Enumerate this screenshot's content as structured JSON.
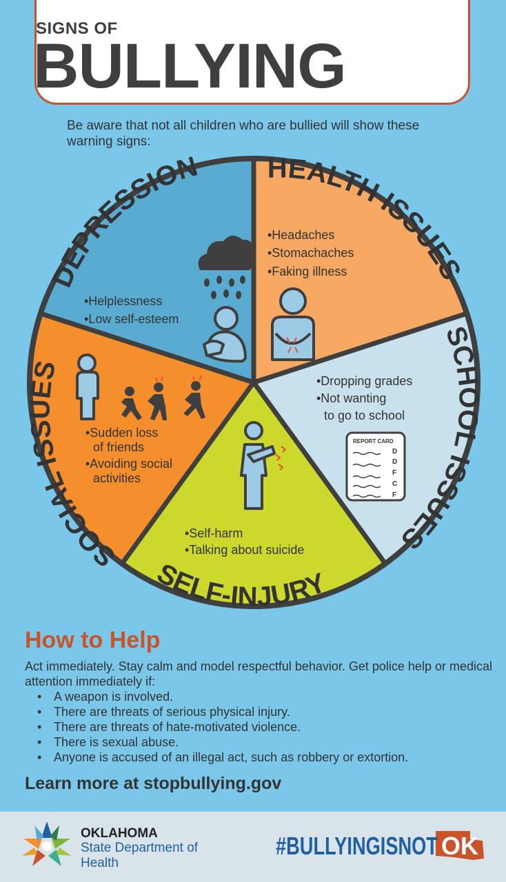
{
  "header": {
    "title_small": "SIGNS OF",
    "title_big": "BULLYING"
  },
  "intro": "Be aware that not all children who are bullied will show these warning signs:",
  "segments": {
    "depression": {
      "title": "DEPRESSION",
      "items": [
        "•Helplessness",
        "•Low self-esteem"
      ],
      "color": "#5aabd1"
    },
    "health": {
      "title": "HEALTH ISSUES",
      "items": [
        "•Headaches",
        "•Stomachaches",
        "•Faking illness"
      ],
      "color": "#f7a863"
    },
    "school": {
      "title": "SCHOOL ISSUES",
      "items": [
        "•Dropping grades",
        "•Not wanting",
        "to go to school"
      ],
      "color": "#c8e1ec"
    },
    "selfinjury": {
      "title": "SELF-INJURY",
      "items": [
        "•Self-harm",
        "•Talking about suicide"
      ],
      "color": "#ccd82c"
    },
    "social": {
      "title": "SOCIAL ISSUES",
      "items": [
        "•Sudden loss",
        "of friends",
        "•Avoiding social",
        "activities"
      ],
      "color": "#f58e2c"
    }
  },
  "report_card": {
    "title": "REPORT CARD",
    "grades": [
      "D",
      "D",
      "F",
      "C",
      "F"
    ]
  },
  "how_to_help": {
    "heading": "How to Help",
    "text": "Act immediately. Stay calm and model respectful behavior. Get police help or medical attention immediately if:",
    "list": [
      "A weapon is involved.",
      "There are threats of serious physical injury.",
      "There are threats of hate-motivated violence.",
      "There is sexual abuse.",
      "Anyone is accused of an illegal act, such as robbery or extortion."
    ],
    "learn_more": "Learn more at stopbullying.gov"
  },
  "footer": {
    "org_line1": "OKLAHOMA",
    "org_line2": "State Department of Health",
    "hashtag_a": "#BULLYINGISNOT",
    "hashtag_b": "OK"
  },
  "colors": {
    "accent": "#c9532a",
    "background": "#7ac7ea",
    "outline": "#3f3f3f"
  }
}
